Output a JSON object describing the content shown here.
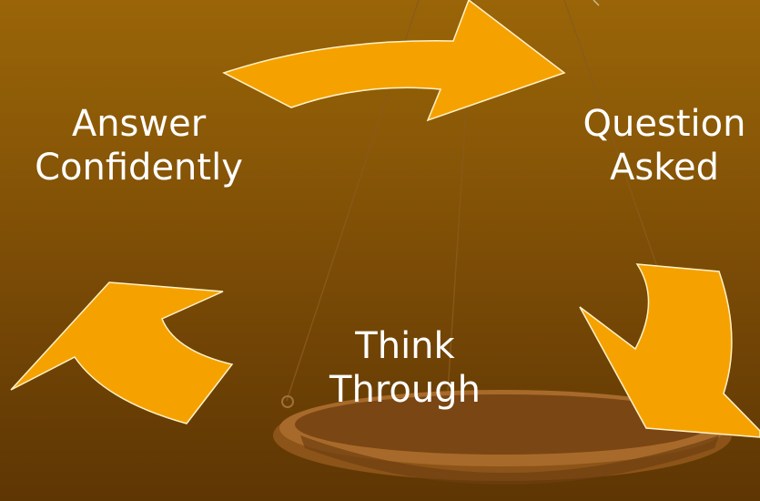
{
  "diagram": {
    "nodes": {
      "answer": {
        "line1": "Answer",
        "line2": "Confidently"
      },
      "question": {
        "line1": "Question",
        "line2": "Asked"
      },
      "think": {
        "line1": "Think",
        "line2": "Through"
      }
    },
    "colors": {
      "background_top": "#9a6508",
      "background_bottom": "#5e3604",
      "arrow_fill": "#f5a200",
      "arrow_stroke": "#fff2c8",
      "text": "#ffffff"
    },
    "arrows": [
      {
        "from": "answer",
        "to": "question",
        "icon": "curved-arrow-right"
      },
      {
        "from": "question",
        "to": "think",
        "icon": "curved-arrow-down"
      },
      {
        "from": "think",
        "to": "answer",
        "icon": "curved-arrow-up-left"
      }
    ]
  }
}
